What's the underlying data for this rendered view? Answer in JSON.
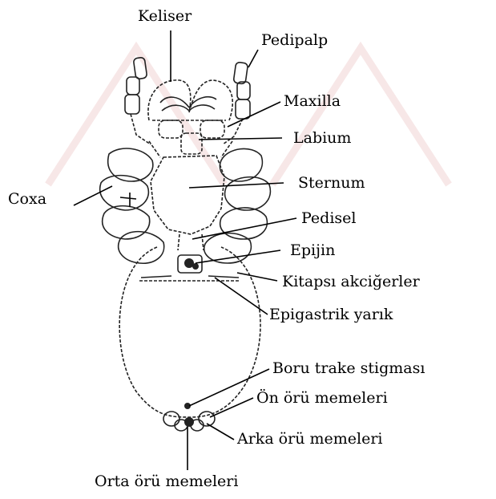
{
  "watermark": {
    "color": "#f1d3d3"
  },
  "labels": {
    "keliser": "Keliser",
    "pedipalp": "Pedipalp",
    "maxilla": "Maxilla",
    "labium": "Labium",
    "sternum": "Sternum",
    "coxa": "Coxa",
    "pedisel": "Pedisel",
    "epijin": "Epijin",
    "kitapsi": "Kitapsı akciğerler",
    "epigastrik": "Epigastrik yarık",
    "boru": "Boru trake stigması",
    "on_oru": "Ön örü memeleri",
    "arka_oru": "Arka örü memeleri",
    "orta_oru": "Orta örü memeleri"
  }
}
